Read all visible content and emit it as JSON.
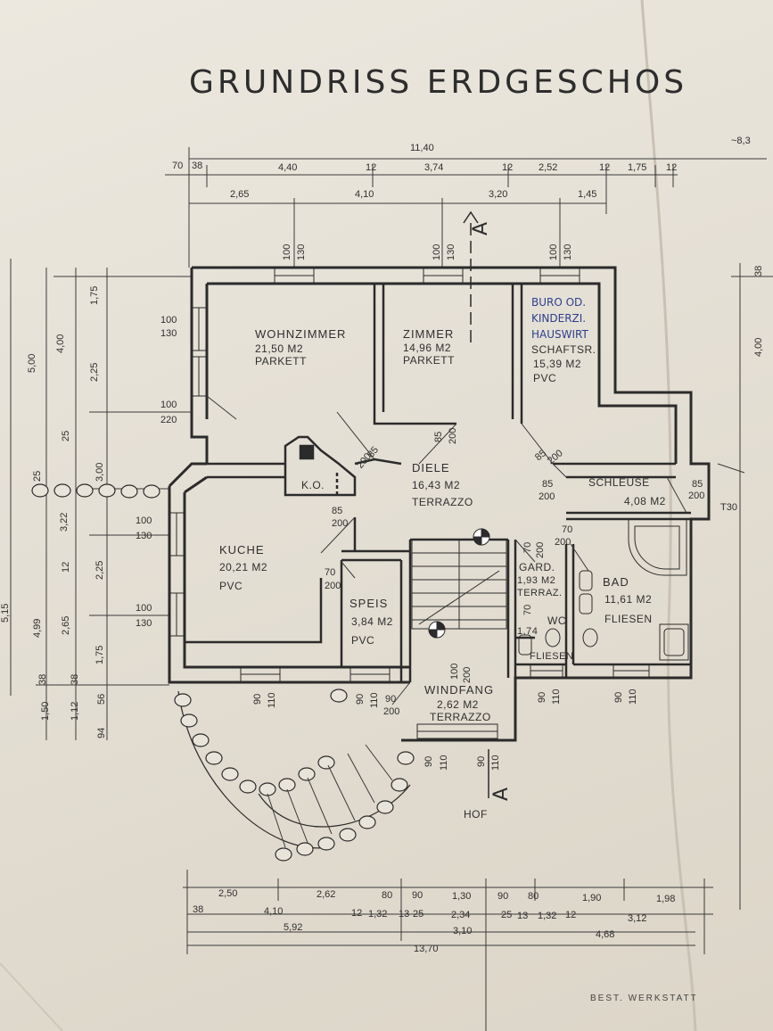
{
  "title": "GRUNDRISS ERDGESCHOS",
  "rooms": {
    "wohnzimmer": {
      "name": "WOHNZIMMER",
      "area": "21,50 M2",
      "floor": "PARKETT"
    },
    "zimmer": {
      "name": "ZIMMER",
      "area": "14,96 M2",
      "floor": "PARKETT"
    },
    "buero": {
      "note1": "BURO OD.",
      "note2": "KINDERZI.",
      "note3": "HAUSWIRT",
      "note4": "SCHAFTSR.",
      "area": "15,39 M2",
      "floor": "PVC"
    },
    "diele": {
      "name": "DIELE",
      "area": "16,43 M2",
      "floor": "TERRAZZO"
    },
    "ko": {
      "name": "K.O."
    },
    "schleuse": {
      "name": "SCHLEUSE",
      "area": "4,08 M2"
    },
    "kueche": {
      "name": "KUCHE",
      "area": "20,21 M2",
      "floor": "PVC"
    },
    "speis": {
      "name": "SPEIS",
      "area": "3,84 M2",
      "floor": "PVC"
    },
    "gard": {
      "name": "GARD.",
      "area": "1,93 M2",
      "floor": "TERRAZ."
    },
    "wc": {
      "name": "WC",
      "area": "1,74",
      "floor": "FLIESEN"
    },
    "bad": {
      "name": "BAD",
      "area": "11,61 M2",
      "floor": "FLIESEN"
    },
    "windfang": {
      "name": "WINDFANG",
      "area": "2,62 M2",
      "floor": "TERRAZZO"
    },
    "hof": {
      "name": "HOF"
    }
  },
  "section_marks": [
    "A",
    "A"
  ],
  "top_dims": {
    "overall": "11,40",
    "overall_right": "~8,3",
    "row1": [
      "70",
      "38",
      "4,40",
      "12",
      "3,74",
      "12",
      "2,52",
      "12",
      "1,75",
      "12"
    ],
    "row2": [
      "2,65",
      "4,10",
      "3,20",
      "1,45"
    ]
  },
  "bottom_dims": {
    "row1": [
      "2,50",
      "2,62",
      "80",
      "90",
      "1,30",
      "90",
      "80",
      "1,90",
      "1,98"
    ],
    "row2": [
      "38",
      "4,10",
      "12",
      "1,32",
      "13",
      "25",
      "2,34",
      "25",
      "13",
      "1,32",
      "12",
      "3,12"
    ],
    "row3": [
      "5,92",
      "3,10",
      "4,68"
    ],
    "overall": "13,70"
  },
  "left_dims": {
    "outer": [
      "5,15"
    ],
    "col1": [
      "5,00",
      "3,22",
      "1,50",
      "38"
    ],
    "col2": [
      "4,00",
      "25",
      "25",
      "4,99",
      "1,12",
      "38"
    ],
    "col3": [
      "1,75",
      "2,25",
      "3,00",
      "2,25",
      "2,65",
      "12",
      "1,75",
      "56",
      "94"
    ]
  },
  "right_dims": [
    "38",
    "4,00"
  ],
  "openings": {
    "win_top_wz": [
      "100",
      "130"
    ],
    "win_top_zi": [
      "100",
      "130"
    ],
    "win_top_bu": [
      "100",
      "130"
    ],
    "win_left_wz1": [
      "100",
      "130"
    ],
    "win_left_wz2": [
      "100",
      "220"
    ],
    "win_left_ku1": [
      "100",
      "130"
    ],
    "win_left_ku2": [
      "100",
      "130"
    ],
    "door_wz": [
      "85",
      "200"
    ],
    "door_zi": [
      "85",
      "200"
    ],
    "door_bu": [
      "85",
      "200"
    ],
    "door_schleuse1": [
      "85",
      "200"
    ],
    "door_schleuse2": [
      "85",
      "200"
    ],
    "door_ku": [
      "85",
      "200"
    ],
    "door_speis": [
      "70",
      "200"
    ],
    "door_gard": [
      "70",
      "200"
    ],
    "door_bad": [
      "70",
      "200"
    ],
    "door_windfang": [
      "90",
      "200"
    ],
    "door_wf_in": [
      "100",
      "200"
    ],
    "win_ku_bottom": [
      "90",
      "110"
    ],
    "win_speis_bottom": [
      "90",
      "110"
    ],
    "win_bad_bottom1": [
      "90",
      "110"
    ],
    "win_bad_bottom2": [
      "90",
      "110"
    ],
    "win_hof1": [
      "90",
      "110"
    ],
    "win_hof2": [
      "90",
      "110"
    ],
    "t30": "T30",
    "wc_dim": "70"
  },
  "stamp": "BEST. WERKSTATT",
  "colors": {
    "ink": "#2a2a2a",
    "paper": "#e6e1d7",
    "pen": "#2d3f8c"
  }
}
